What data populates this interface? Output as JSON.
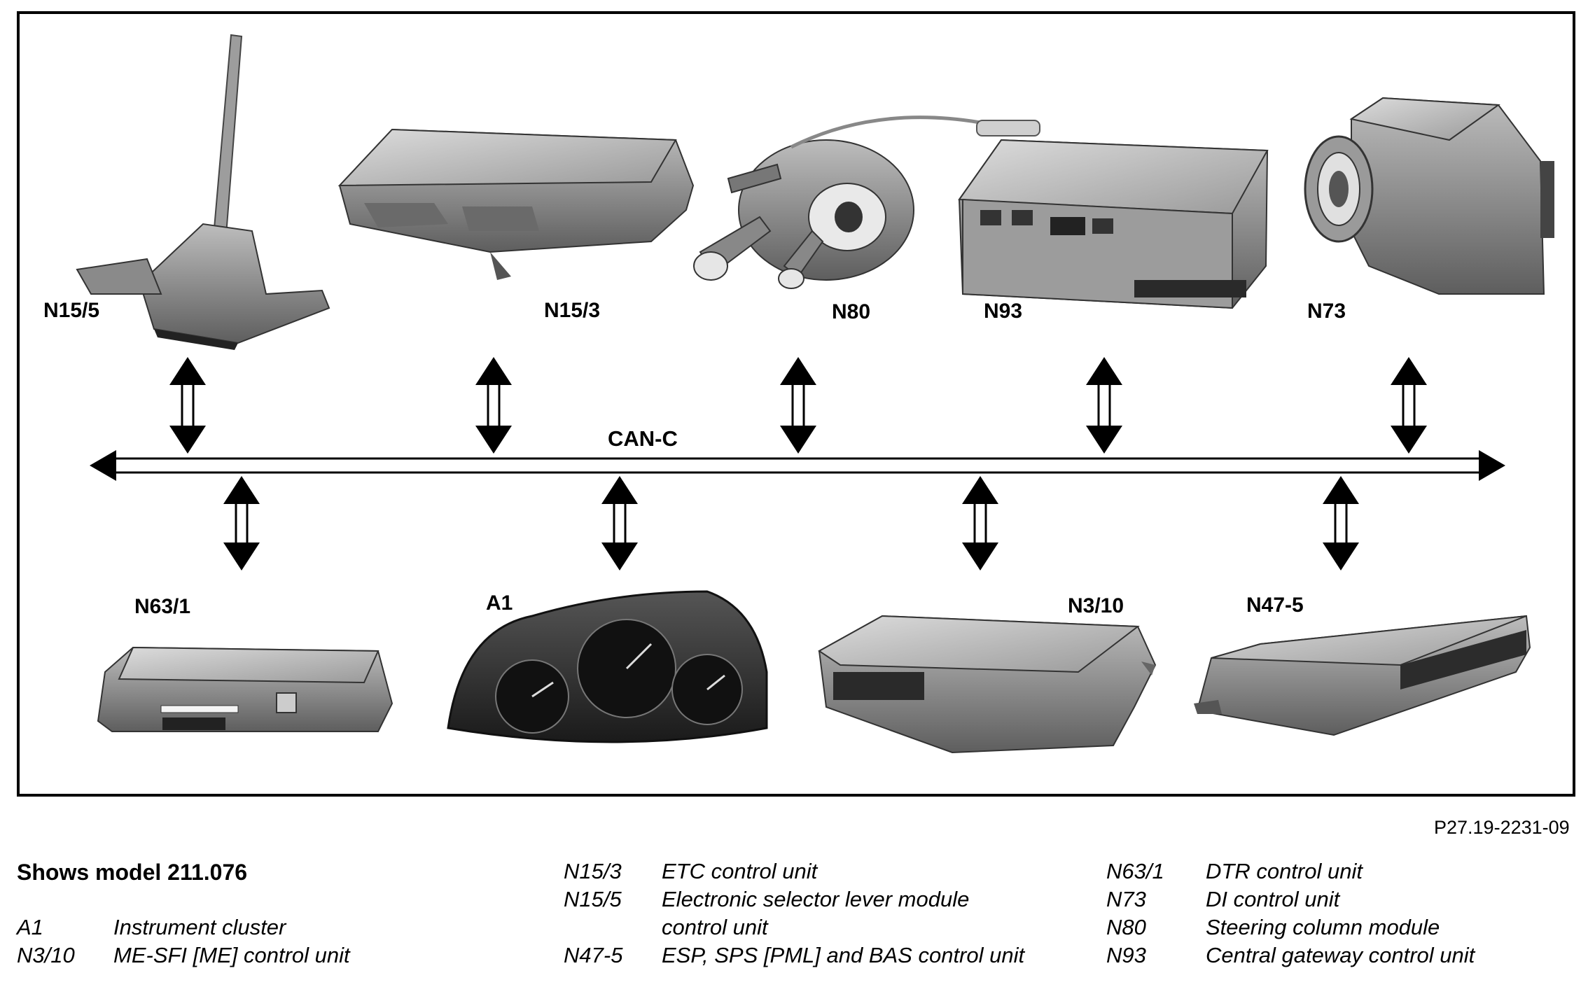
{
  "bus": {
    "label": "CAN-C"
  },
  "units": {
    "N15_5": "N15/5",
    "N15_3": "N15/3",
    "N80": "N80",
    "N93": "N93",
    "N73": "N73",
    "N63_1": "N63/1",
    "A1": "A1",
    "N3_10": "N3/10",
    "N47_5": "N47-5"
  },
  "figure_ref": "P27.19-2231-09",
  "caption": "Shows model 211.076",
  "legend": {
    "col1": [
      {
        "code": "A1",
        "desc": "Instrument cluster"
      },
      {
        "code": "N3/10",
        "desc": "ME-SFI [ME] control unit"
      }
    ],
    "col2": [
      {
        "code": "N15/3",
        "desc": "ETC control unit"
      },
      {
        "code": "N15/5",
        "desc": "Electronic selector lever module control unit"
      },
      {
        "code": "N47-5",
        "desc": "ESP, SPS [PML] and BAS control unit"
      }
    ],
    "col3": [
      {
        "code": "N63/1",
        "desc": "DTR control unit"
      },
      {
        "code": "N73",
        "desc": "DI control unit"
      },
      {
        "code": "N80",
        "desc": "Steering column module"
      },
      {
        "code": "N93",
        "desc": "Central gateway control unit"
      }
    ]
  }
}
